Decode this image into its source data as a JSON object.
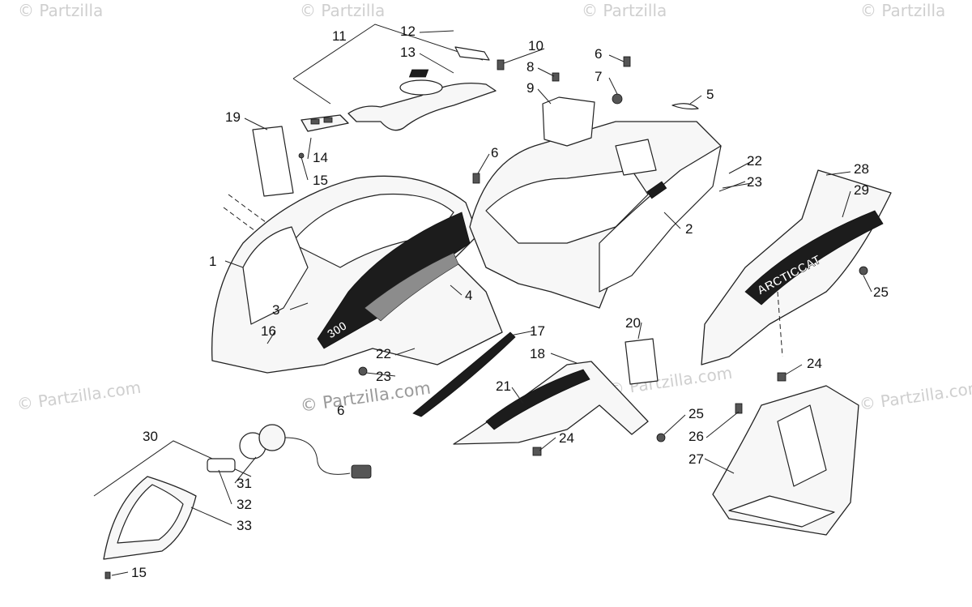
{
  "watermarks": {
    "corner": "© Partzilla.com",
    "top_left": "© Partzilla",
    "top_mid_1": "© Partzilla",
    "top_mid_2": "© Partzilla",
    "top_right": "© Partzilla",
    "center": "© Partzilla.com",
    "center_2": "© Partzilla.com"
  },
  "decal_text": {
    "brand": "ARCTICCAT",
    "model": "300"
  },
  "callouts": [
    {
      "id": "c1",
      "label": "1"
    },
    {
      "id": "c2",
      "label": "2"
    },
    {
      "id": "c3",
      "label": "3"
    },
    {
      "id": "c4",
      "label": "4"
    },
    {
      "id": "c5",
      "label": "5"
    },
    {
      "id": "c6a",
      "label": "6"
    },
    {
      "id": "c6b",
      "label": "6"
    },
    {
      "id": "c6c",
      "label": "6"
    },
    {
      "id": "c7",
      "label": "7"
    },
    {
      "id": "c8",
      "label": "8"
    },
    {
      "id": "c9",
      "label": "9"
    },
    {
      "id": "c10",
      "label": "10"
    },
    {
      "id": "c11",
      "label": "11"
    },
    {
      "id": "c12",
      "label": "12"
    },
    {
      "id": "c13",
      "label": "13"
    },
    {
      "id": "c14",
      "label": "14"
    },
    {
      "id": "c15a",
      "label": "15"
    },
    {
      "id": "c15b",
      "label": "15"
    },
    {
      "id": "c16",
      "label": "16"
    },
    {
      "id": "c17",
      "label": "17"
    },
    {
      "id": "c18",
      "label": "18"
    },
    {
      "id": "c19",
      "label": "19"
    },
    {
      "id": "c20",
      "label": "20"
    },
    {
      "id": "c21",
      "label": "21"
    },
    {
      "id": "c22a",
      "label": "22"
    },
    {
      "id": "c22b",
      "label": "22"
    },
    {
      "id": "c23a",
      "label": "23"
    },
    {
      "id": "c23b",
      "label": "23"
    },
    {
      "id": "c24a",
      "label": "24"
    },
    {
      "id": "c24b",
      "label": "24"
    },
    {
      "id": "c25a",
      "label": "25"
    },
    {
      "id": "c25b",
      "label": "25"
    },
    {
      "id": "c26",
      "label": "26"
    },
    {
      "id": "c27",
      "label": "27"
    },
    {
      "id": "c28",
      "label": "28"
    },
    {
      "id": "c29",
      "label": "29"
    },
    {
      "id": "c30",
      "label": "30"
    },
    {
      "id": "c31",
      "label": "31"
    },
    {
      "id": "c32",
      "label": "32"
    },
    {
      "id": "c33",
      "label": "33"
    }
  ]
}
